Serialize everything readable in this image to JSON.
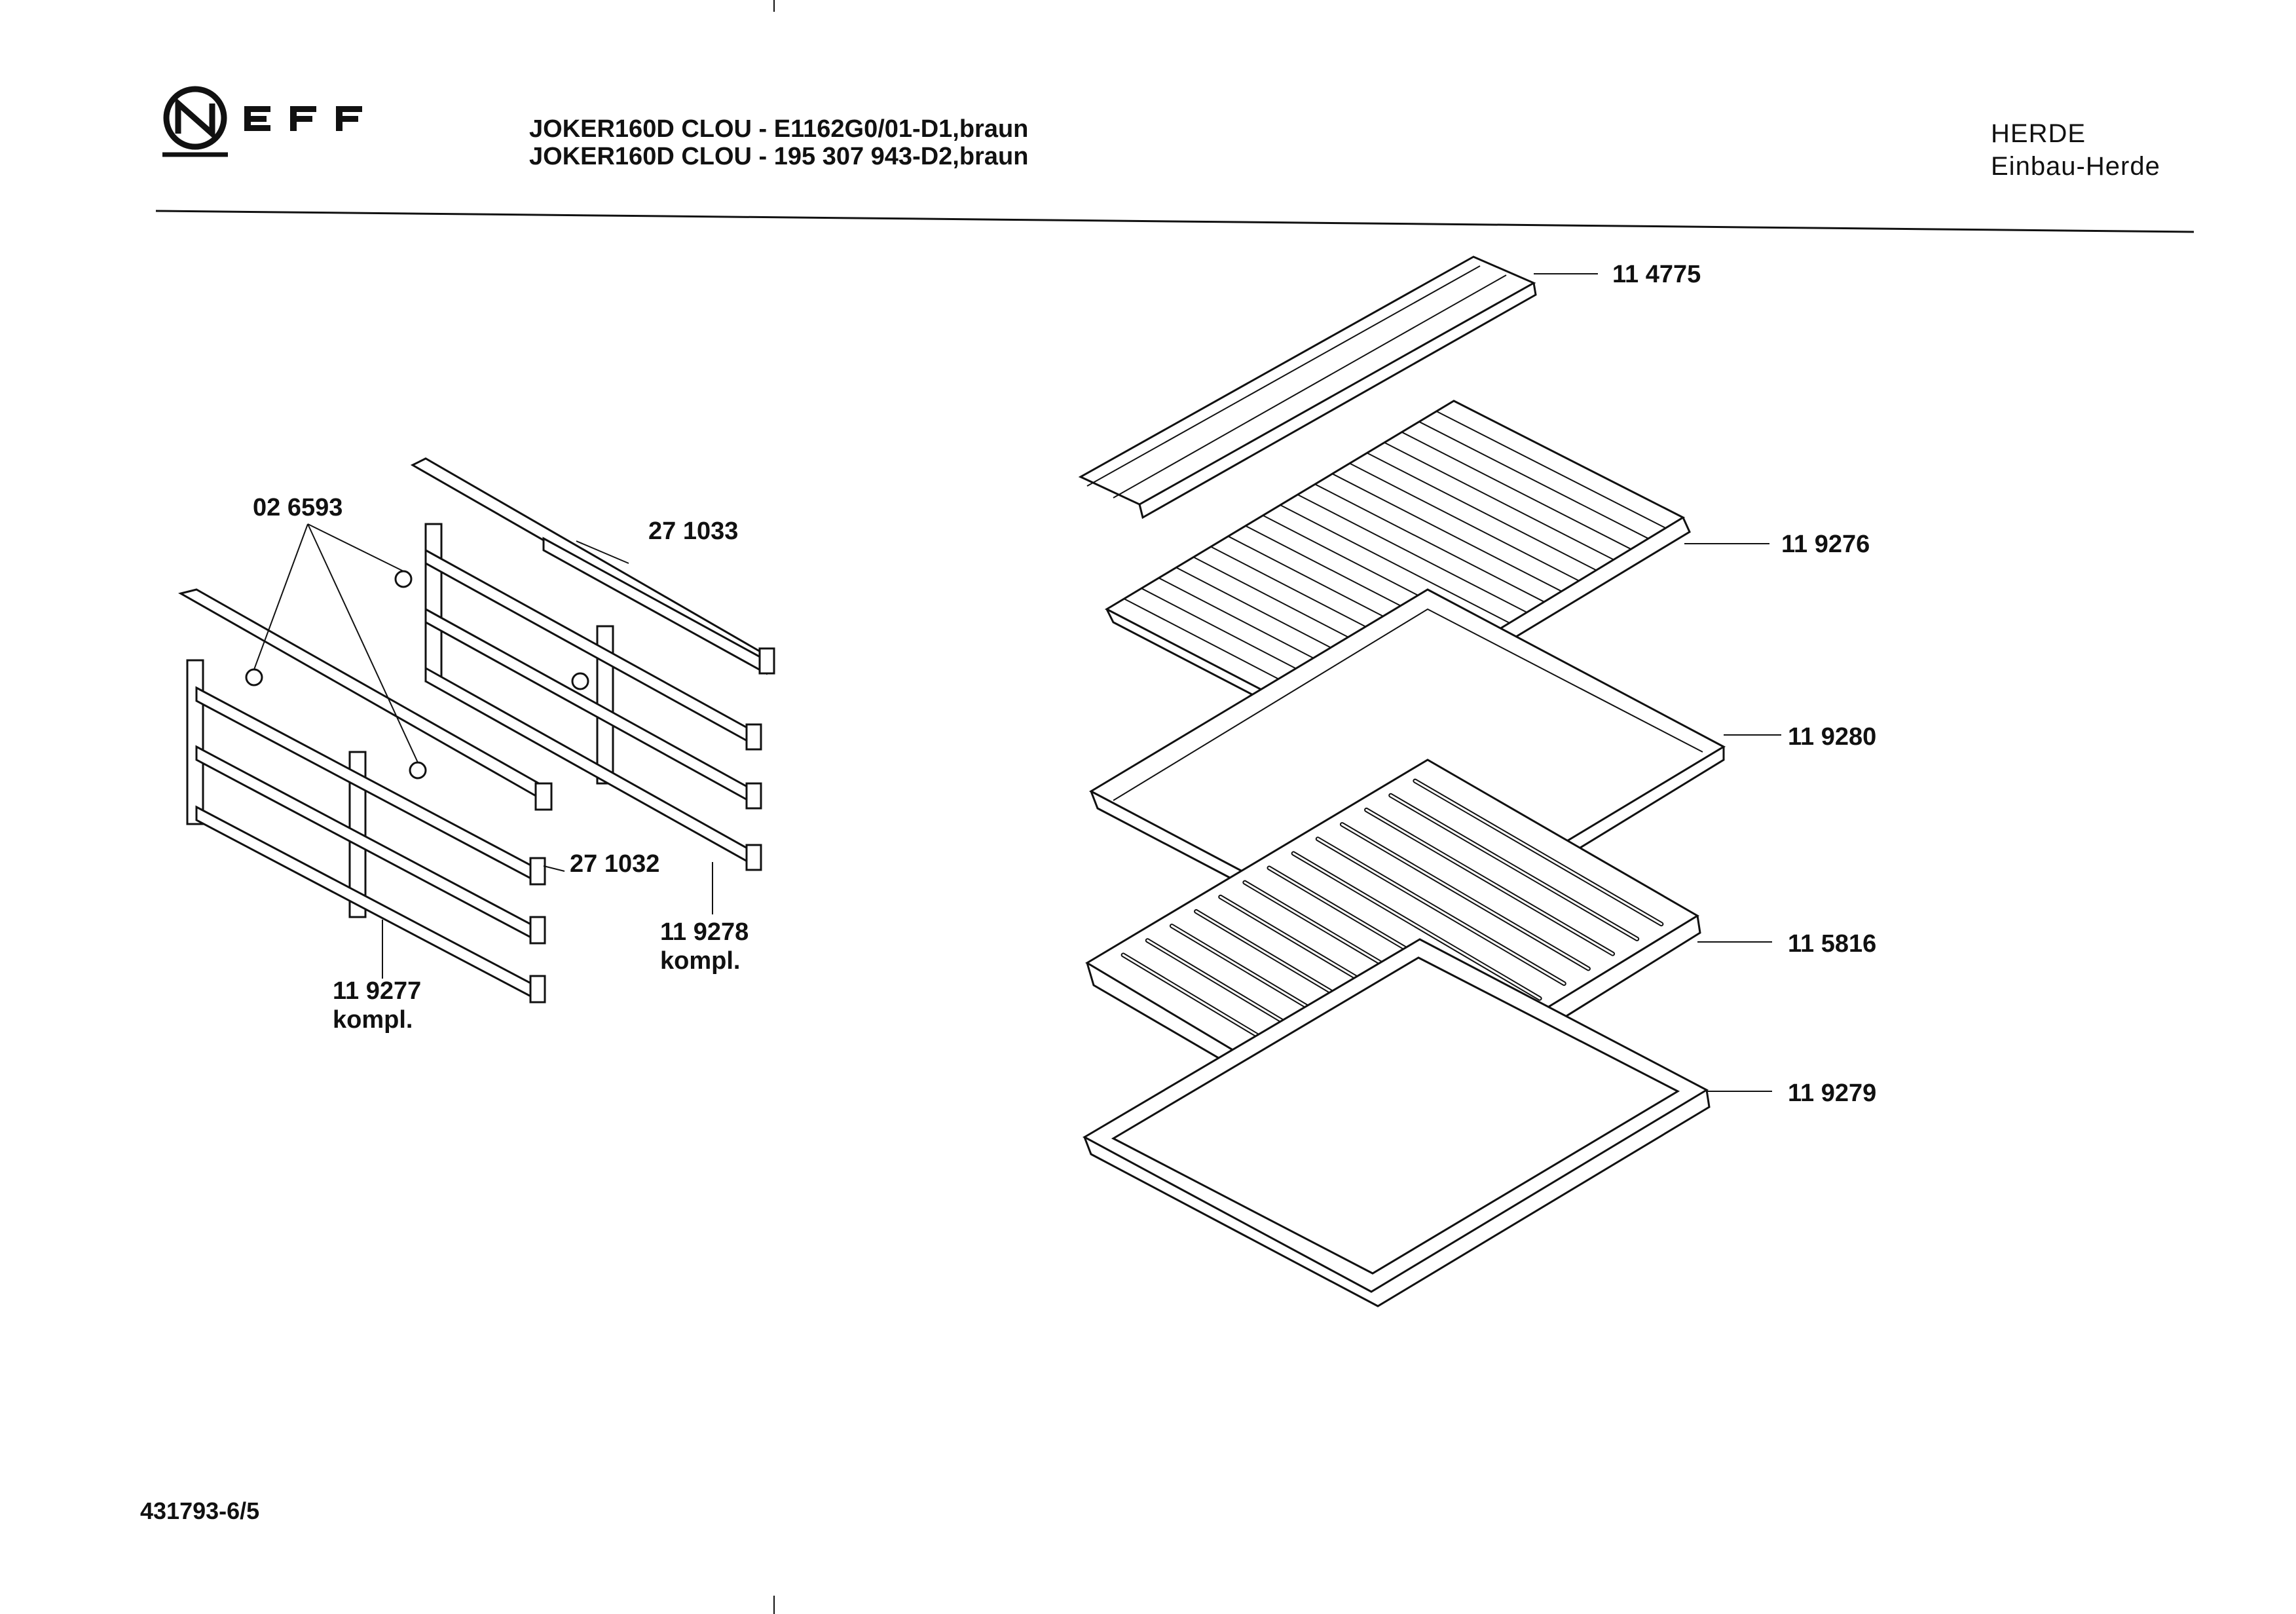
{
  "header": {
    "brand": "NEFF",
    "model_line_1": "JOKER160D CLOU - E1162G0/01-D1,braun",
    "model_line_2": "JOKER160D CLOU - 195 307 943-D2,braun",
    "category": "HERDE",
    "subcategory": "Einbau-Herde"
  },
  "parts": {
    "p114775": "11 4775",
    "p119276": "11 9276",
    "p119280": "11 9280",
    "p115816": "11 5816",
    "p119279": "11 9279",
    "p026593": "02 6593",
    "p271033": "27 1033",
    "p271032": "27 1032",
    "p119278": "11 9278",
    "p119278_note": "kompl.",
    "p119277": "11 9277",
    "p119277_note": "kompl."
  },
  "footer": {
    "doc_number": "431793-6/5"
  }
}
